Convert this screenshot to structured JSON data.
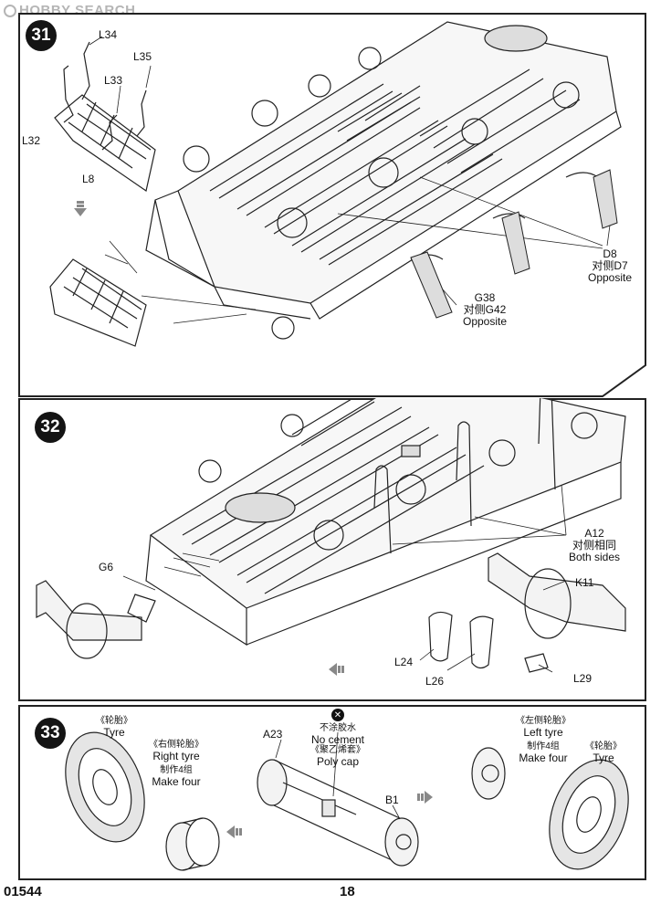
{
  "watermark": "HOBBY SEARCH",
  "footer": {
    "code": "01544",
    "page": "18"
  },
  "step31": {
    "number": "31",
    "labels": {
      "L34": "L34",
      "L35": "L35",
      "L33": "L33",
      "L32": "L32",
      "L8": "L8",
      "D8": "D8",
      "D7_cn": "对侧D7",
      "D7_en": "Opposite",
      "G38": "G38",
      "G42_cn": "对侧G42",
      "G42_en": "Opposite"
    }
  },
  "step32": {
    "number": "32",
    "labels": {
      "G6": "G6",
      "A12": "A12",
      "A12_cn": "对侧相同",
      "A12_en": "Both sides",
      "K11": "K11",
      "L24": "L24",
      "L26": "L26",
      "L29": "L29"
    }
  },
  "step33": {
    "number": "33",
    "labels": {
      "tyre_l_cn": "《轮胎》",
      "tyre_l_en": "Tyre",
      "right_cn": "《右侧轮胎》",
      "right_en": "Right tyre",
      "make4_l_cn": "制作4组",
      "make4_l_en": "Make four",
      "A23": "A23",
      "nocement_cn": "不涂胶水",
      "nocement_en": "No cement",
      "polycap_cn": "《聚乙烯套》",
      "polycap_en": "Poly cap",
      "B1": "B1",
      "left_cn": "《左侧轮胎》",
      "left_en": "Left  tyre",
      "make4_r_cn": "制作4组",
      "make4_r_en": "Make four",
      "tyre_r_cn": "《轮胎》",
      "tyre_r_en": "Tyre"
    }
  }
}
